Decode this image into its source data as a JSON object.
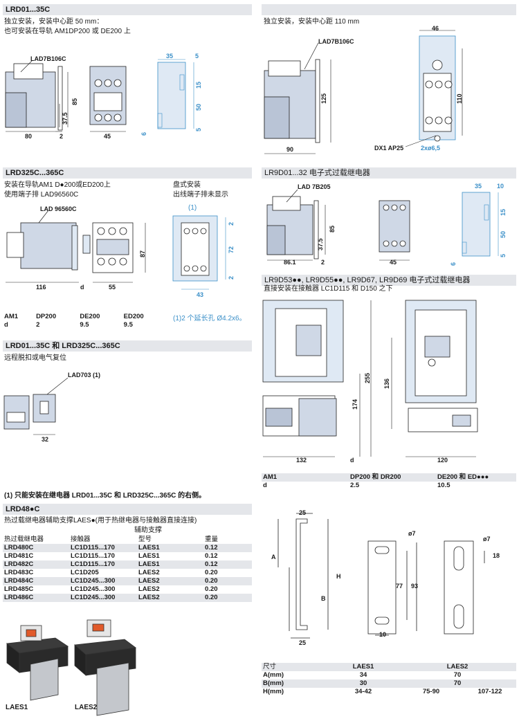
{
  "s1": {
    "header": "LRD01...35C",
    "line1": "独立安装，安装中心距 50 mm：",
    "line2": "也可安装在导轨 AM1DP200 或 DE200 上",
    "label_lad": "LAD7B106C",
    "dims": {
      "d85": "85",
      "d37": "37.5",
      "d80": "80",
      "d2": "2",
      "d45": "45",
      "d35": "35",
      "d5a": "5",
      "d15": "15",
      "d50": "50",
      "d5b": "5",
      "d6": "6"
    }
  },
  "s2": {
    "header": "",
    "line1": "独立安装，安装中心距 110 mm",
    "label_lad": "LAD7B106C",
    "dims": {
      "d46": "46",
      "d125": "125",
      "d90": "90",
      "d110": "110",
      "dx1": "DX1 AP25",
      "hole": "2xø6,5"
    }
  },
  "s3": {
    "header": "LRD325C...365C",
    "line1": "安装在导轨AM1 D●200或ED200上",
    "line2": "使用端子排 LAD96560C",
    "panel_title": "盘式安装",
    "panel_sub": "出线端子排未显示",
    "label_lad": "LAD 96560C",
    "note_ref": "(1)",
    "dims": {
      "d87": "87",
      "d116": "116",
      "dd": "d",
      "d55": "55",
      "d2a": "2",
      "d72": "72",
      "d2b": "2",
      "d43": "43"
    },
    "table": {
      "headers": [
        "AM1",
        "DP200",
        "DE200",
        "ED200"
      ],
      "row": [
        "d",
        "2",
        "9.5",
        "9.5"
      ]
    },
    "footnote": "(1)2 个延长孔 Ø4.2x6。"
  },
  "s4": {
    "header": "LR9D01...32 电子式过载继电器",
    "label_lad": "LAD 7B205",
    "dims": {
      "d85": "85",
      "d37": "37.5",
      "d86": "86.1",
      "d2": "2",
      "d45": "45",
      "d35": "35",
      "d10": "10",
      "d15": "15",
      "d50": "50",
      "d5": "5",
      "d6": "6"
    }
  },
  "s5": {
    "header": "LRD01...35C 和 LRD325C...365C",
    "line1": "远程脱扣或电气复位",
    "label_lad": "LAD703 (1)",
    "dims": {
      "d32": "32"
    }
  },
  "s6": {
    "header": "LR9D53●●, LR9D55●●, LR9D67, LR9D69 电子式过载继电器",
    "line1": "直接安装在接触器 LC1D115 和 D150 之下",
    "dims": {
      "d255": "255",
      "d174": "174",
      "d136": "136",
      "d132": "132",
      "dd": "d",
      "d120": "120"
    },
    "table": {
      "headers": [
        "AM1",
        "DP200 和 DR200",
        "DE200 和 ED●●●"
      ],
      "row": [
        "d",
        "2.5",
        "10.5"
      ]
    }
  },
  "note1": "(1) 只能安装在继电器 LRD01...35C 和 LRD325C...365C 的右侧。",
  "s7": {
    "header": "LRD48●C",
    "line1": "热过载继电器辅助支撑LAES●(用于热继电器与接触器直接连接)",
    "col_headers": [
      "热过载继电器",
      "接触器",
      "辅助支撑\n型号",
      "重量"
    ],
    "col_h3a": "辅助支撑",
    "col_h3b": "型号",
    "rows": [
      [
        "LRD480C",
        "LC1D115...170",
        "LAES1",
        "0.12"
      ],
      [
        "LRD481C",
        "LC1D115...170",
        "LAES1",
        "0.12"
      ],
      [
        "LRD482C",
        "LC1D115...170",
        "LAES1",
        "0.12"
      ],
      [
        "LRD483C",
        "LC1D205",
        "LAES2",
        "0.20"
      ],
      [
        "LRD484C",
        "LC1D245...300",
        "LAES2",
        "0.20"
      ],
      [
        "LRD485C",
        "LC1D245...300",
        "LAES2",
        "0.20"
      ],
      [
        "LRD486C",
        "LC1D245...300",
        "LAES2",
        "0.20"
      ]
    ],
    "img1": "LAES1",
    "img2": "LAES2"
  },
  "s8": {
    "dims": {
      "d25a": "25",
      "dA": "A",
      "dH": "H",
      "dB": "B",
      "d25b": "25",
      "p7a": "ø7",
      "d77": "77",
      "d93": "93",
      "d10": "10",
      "p7b": "ø7",
      "d18": "18"
    },
    "table": {
      "headers": [
        "尺寸",
        "LAES1",
        "LAES2"
      ],
      "rows": [
        [
          "A(mm)",
          "34",
          "70",
          ""
        ],
        [
          "B(mm)",
          "30",
          "70",
          ""
        ],
        [
          "H(mm)",
          "34-42",
          "75-90",
          "107-122"
        ]
      ]
    }
  },
  "colors": {
    "header_bg": "#e4e6ea",
    "blue": "#3a8fc8",
    "part_fill": "#cfd8e6",
    "line": "#222222"
  }
}
